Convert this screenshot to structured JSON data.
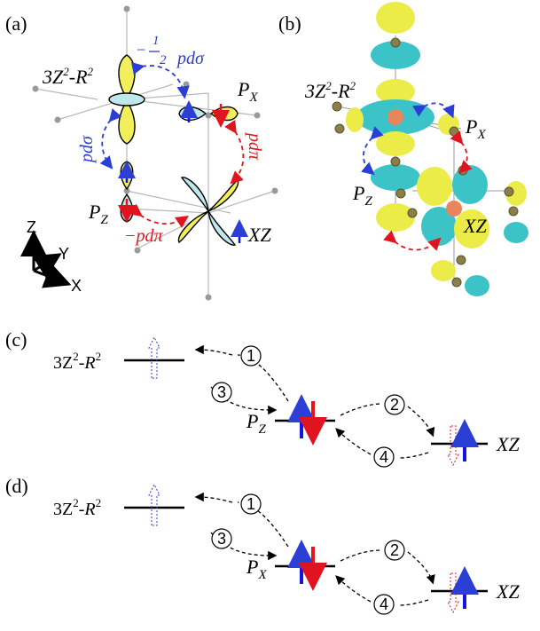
{
  "panels": {
    "a": "(a)",
    "b": "(b)",
    "c": "(c)",
    "d": "(d)"
  },
  "orbitals": {
    "z2": "3Z",
    "z2_mid": "-R",
    "two": "2",
    "P": "P",
    "X": "X",
    "Z": "Z",
    "XZ": "XZ"
  },
  "hopping": {
    "half": "1",
    "half_den": "2",
    "pd_sigma_top": "pdσ",
    "pd_sigma_left": "pdσ",
    "pd_pi_right": "pdπ",
    "pd_pi_bottom": "pdπ",
    "minus": "−",
    "minus_top": "−"
  },
  "axes": {
    "z": "Z",
    "y": "Y",
    "x": "X"
  },
  "steps": [
    "1",
    "2",
    "3",
    "4"
  ],
  "colors": {
    "blue_path": "#2b3fd6",
    "red_path": "#e0141e",
    "yellow_lobe": "#f2ef5a",
    "cyan_lobe": "#bfe8ec",
    "cyan_iso": "#3cc3c8",
    "yellow_iso": "#ecec48",
    "spin_up": "#1414e6",
    "spin_down": "#e61414",
    "atom_orange": "#e8855a",
    "atom_olive": "#8a7f4a"
  },
  "icons": {
    "spin_up": "up-arrow-icon",
    "spin_down": "down-arrow-icon",
    "empty_spin": "dashed-arrow-icon"
  }
}
